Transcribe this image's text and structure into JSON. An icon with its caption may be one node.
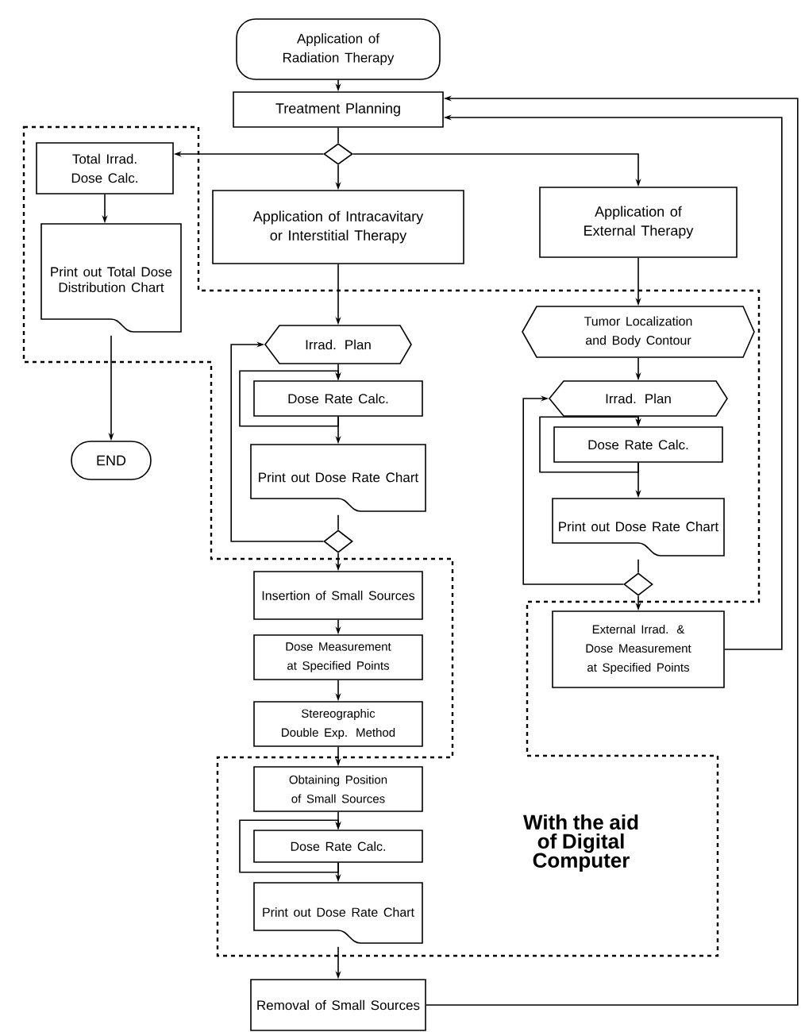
{
  "diagram": {
    "nodes": [
      {
        "text": [
          "Application of Radiation Therapy"
        ]
      },
      {
        "text": [
          "Treatment Planning"
        ]
      },
      {
        "text": [],
        "shape": "diamond"
      },
      {
        "text": [
          "Total Irrad. Dose Calc."
        ]
      },
      {
        "text": [
          "Print out Total Dose Distribution Chart"
        ]
      },
      {
        "text": [
          "END"
        ]
      },
      {
        "text": [
          "Application of Intracavitary or Interstitial Therapy"
        ]
      },
      {
        "text": [
          "Application of External Therapy"
        ]
      },
      {
        "text": [
          "Irrad. Plan"
        ]
      },
      {
        "text": [
          "Dose Rate Calc."
        ]
      },
      {
        "text": [
          "Print out Dose Rate Chart"
        ]
      },
      {
        "text": [],
        "shape": "diamond"
      },
      {
        "text": [
          "Insertion of Small Sources"
        ]
      },
      {
        "text": [
          "Dose Measurement at Specified Points"
        ]
      },
      {
        "text": [
          "Stereographic Double Exp. Method"
        ]
      },
      {
        "text": [
          "Obtaining Position of Small Sources"
        ]
      },
      {
        "text": [
          "Dose Rate Calc."
        ]
      },
      {
        "text": [
          "Print out Dose Rate Chart"
        ]
      },
      {
        "text": [
          "Removal of Small Sources"
        ]
      },
      {
        "text": [
          "Tumor Localization and Body Contour"
        ]
      },
      {
        "text": [
          "Irrad. Plan"
        ]
      },
      {
        "text": [
          "Dose Rate Calc."
        ]
      },
      {
        "text": [
          "Print out Dose Rate Chart"
        ]
      },
      {
        "text": [],
        "shape": "diamond"
      },
      {
        "text": [
          "External Irrad. & Dose Measurement at Specified Points"
        ]
      }
    ],
    "edges": [
      {
        "from": 0,
        "to": 1,
        "arrow": "to"
      },
      {
        "from": 1,
        "to": 2,
        "arrow": "none"
      },
      {
        "from": 2,
        "to": 3,
        "arrow": "to"
      },
      {
        "from": 2,
        "to": 6,
        "arrow": "to"
      },
      {
        "from": 2,
        "to": 7,
        "arrow": "to"
      },
      {
        "from": 3,
        "to": 4,
        "arrow": "to"
      },
      {
        "from": 4,
        "to": 5,
        "arrow": "to"
      },
      {
        "from": 6,
        "to": 8,
        "arrow": "to"
      },
      {
        "from": 8,
        "to": 9,
        "arrow": "to"
      },
      {
        "from": 9,
        "to": 9,
        "arrow": "to"
      },
      {
        "from": 9,
        "to": 10,
        "arrow": "to"
      },
      {
        "from": 10,
        "to": 11,
        "arrow": "none"
      },
      {
        "from": 11,
        "to": 8,
        "arrow": "to"
      },
      {
        "from": 11,
        "to": 12,
        "arrow": "to"
      },
      {
        "from": 12,
        "to": 13,
        "arrow": "to"
      },
      {
        "from": 13,
        "to": 14,
        "arrow": "to"
      },
      {
        "from": 14,
        "to": 15,
        "arrow": "to"
      },
      {
        "from": 15,
        "to": 16,
        "arrow": "to"
      },
      {
        "from": 16,
        "to": 16,
        "arrow": "to"
      },
      {
        "from": 16,
        "to": 17,
        "arrow": "to"
      },
      {
        "from": 17,
        "to": 18,
        "arrow": "to"
      },
      {
        "from": 18,
        "to": 1,
        "arrow": "to"
      },
      {
        "from": 7,
        "to": 19,
        "arrow": "to"
      },
      {
        "from": 19,
        "to": 20,
        "arrow": "to"
      },
      {
        "from": 20,
        "to": 21,
        "arrow": "to"
      },
      {
        "from": 21,
        "to": 21,
        "arrow": "to"
      },
      {
        "from": 21,
        "to": 22,
        "arrow": "to"
      },
      {
        "from": 22,
        "to": 23,
        "arrow": "none"
      },
      {
        "from": 23,
        "to": 20,
        "arrow": "to"
      },
      {
        "from": 23,
        "to": 24,
        "arrow": "to"
      },
      {
        "from": 24,
        "to": 1,
        "arrow": "to"
      }
    ],
    "labels": [
      "With the aid of Digital Computer"
    ]
  }
}
